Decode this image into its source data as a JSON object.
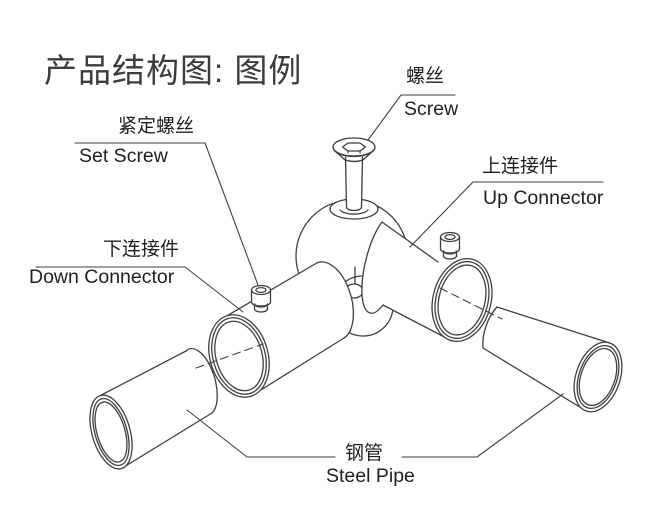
{
  "title": "产品结构图: 图例",
  "callouts": {
    "screw": {
      "zh": "螺丝",
      "en": "Screw"
    },
    "set_screw": {
      "zh": "紧定螺丝",
      "en": "Set Screw"
    },
    "up_connector": {
      "zh": "上连接件",
      "en": "Up Connector"
    },
    "down_connector": {
      "zh": "下连接件",
      "en": "Down Connector"
    },
    "steel_pipe": {
      "zh": "钢管",
      "en": "Steel Pipe"
    }
  },
  "colors": {
    "line": "#3f3f3f",
    "text": "#1f1f1f",
    "title": "#3c3c3c",
    "background": "#ffffff"
  }
}
